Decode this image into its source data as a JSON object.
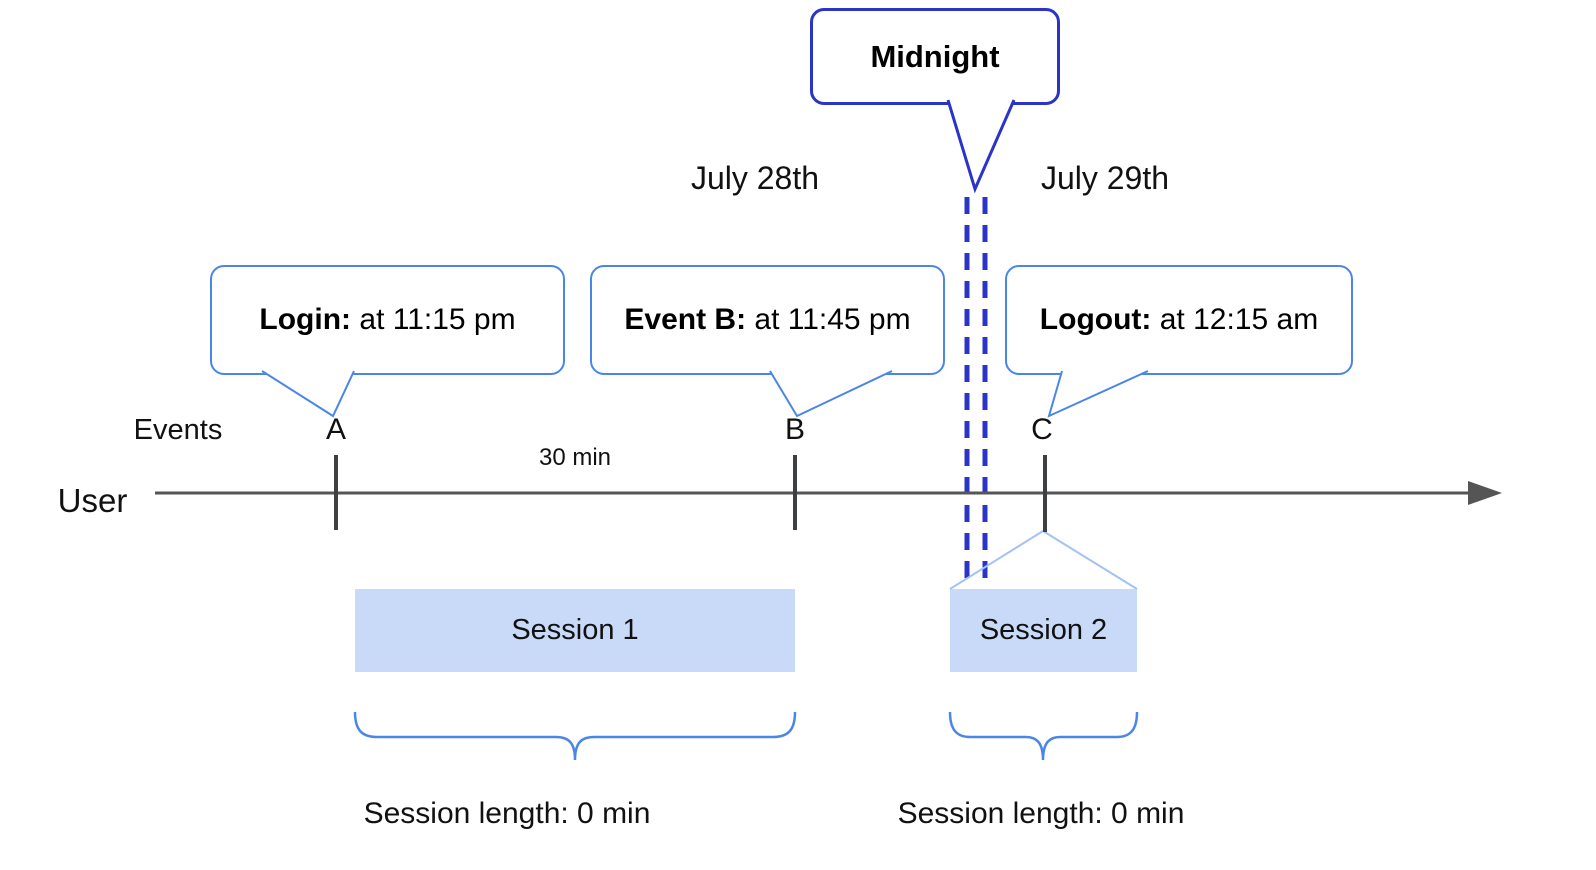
{
  "dates": {
    "july28": "July 28th",
    "july29": "July 29th"
  },
  "callouts": {
    "midnight": {
      "label": "Midnight"
    },
    "login": {
      "label": "Login:",
      "text": " at 11:15 pm"
    },
    "event_b": {
      "label": "Event B:",
      "text": " at 11:45 pm"
    },
    "logout": {
      "label": "Logout:",
      "text": " at 12:15 am"
    }
  },
  "timeline": {
    "events_label": "Events",
    "user_label": "User",
    "interval_label": "30 min",
    "markers": {
      "a": "A",
      "b": "B",
      "c": "C"
    }
  },
  "sessions": {
    "session1": {
      "label": "Session 1",
      "length_label": "Session length: 0 min"
    },
    "session2": {
      "label": "Session 2",
      "length_label": "Session length: 0 min"
    }
  },
  "colors": {
    "callout_border": "#4a86e8",
    "midnight_border": "#2a35c8",
    "dashed_line": "#2a35c8",
    "session_fill": "#c9daf8",
    "brace": "#4a86e8",
    "connector": "#a4c2f4",
    "timeline_axis": "#555555"
  }
}
